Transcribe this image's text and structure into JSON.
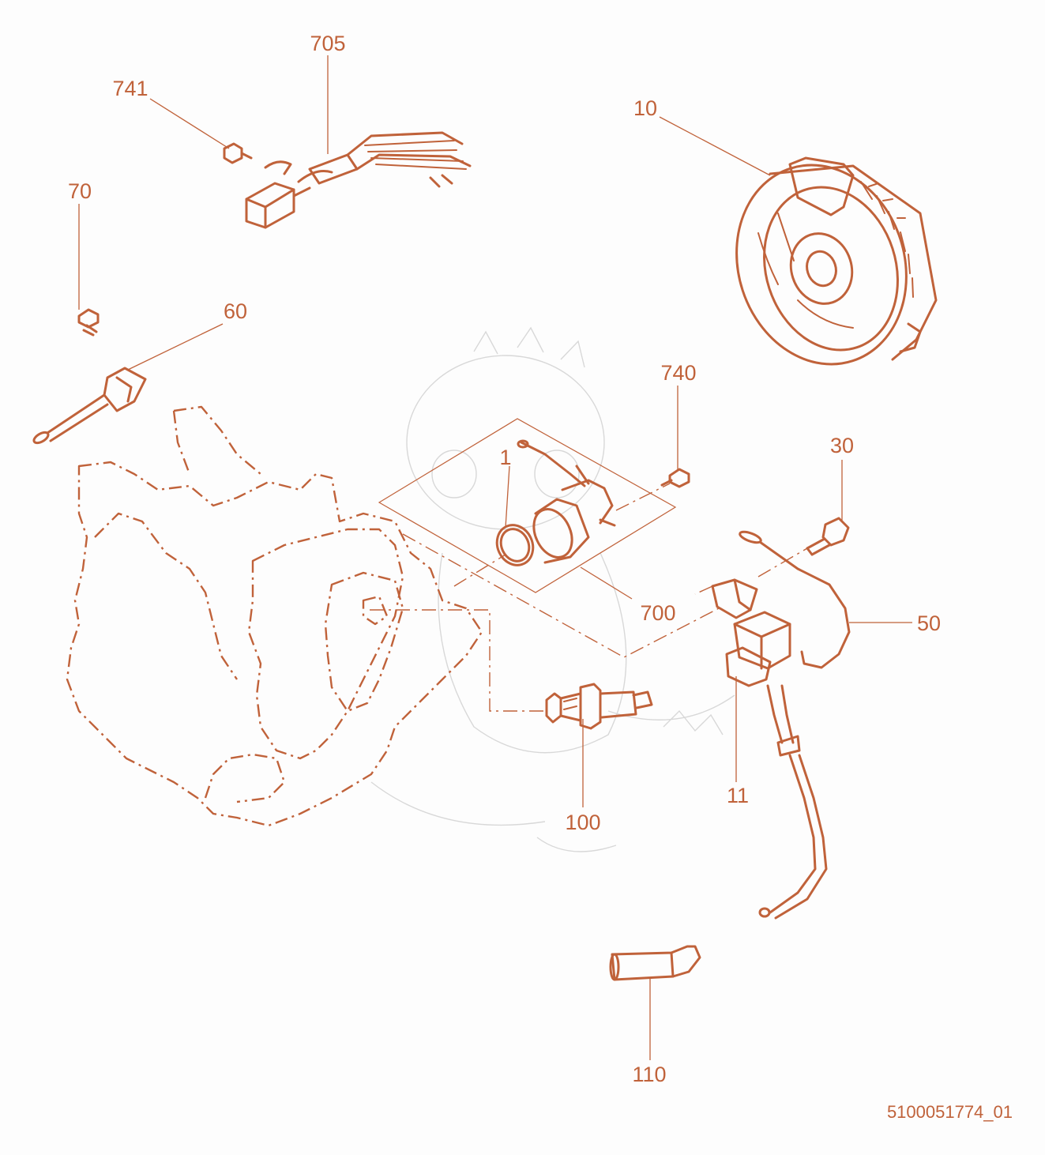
{
  "diagram": {
    "callouts": {
      "c705": "705",
      "c741": "741",
      "c10": "10",
      "c70": "70",
      "c60": "60",
      "c740": "740",
      "c1": "1",
      "c30": "30",
      "c50": "50",
      "c700": "700",
      "c100": "100",
      "c11": "11",
      "c110": "110"
    },
    "document_id": "5100051774_01",
    "line_color": "#c0623a",
    "background": "#fdfdfd"
  }
}
